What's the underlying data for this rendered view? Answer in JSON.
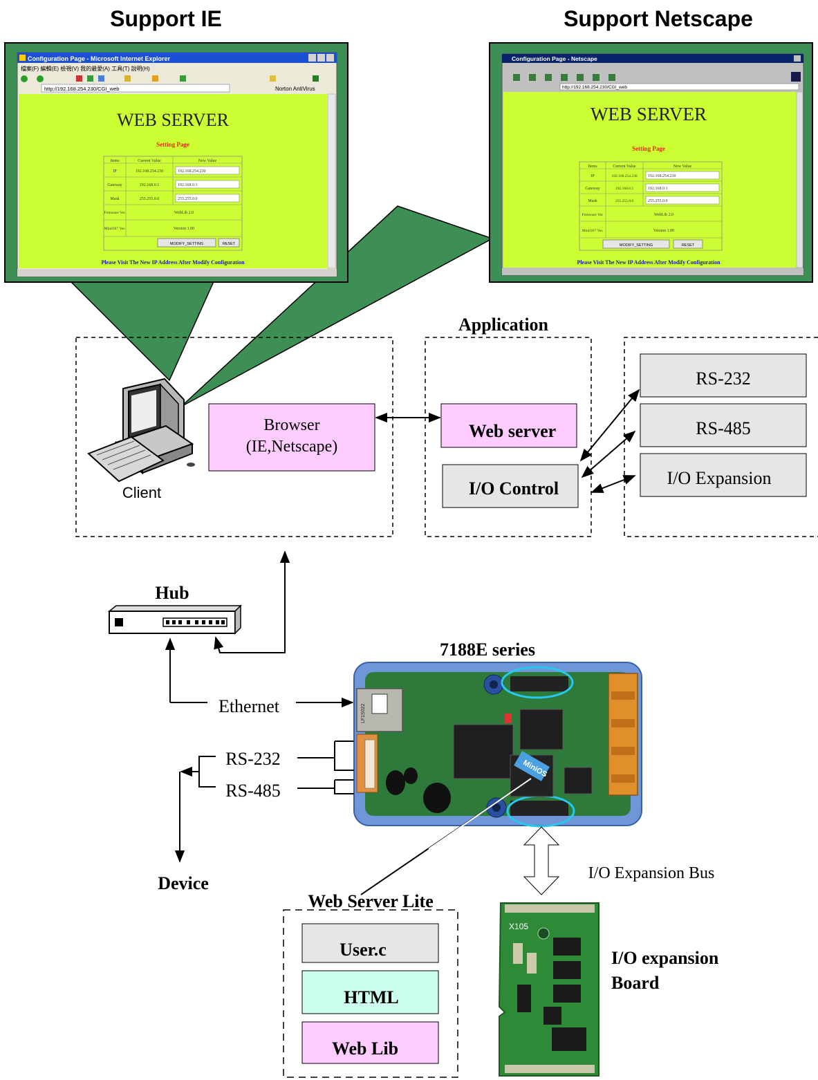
{
  "screenshots": {
    "ie": {
      "heading": "Support IE",
      "window_title": "Configuration Page - Microsoft Internet Explorer",
      "menu": "檔案(F)  編輯(E)  檢視(V)  我的最愛(A)  工具(T)  說明(H)",
      "address": "http://192.168.254.230/CGI_web",
      "norton": "Norton AntiVirus",
      "page_title": "WEB SERVER",
      "setting_page": "Setting Page",
      "table_headers": [
        "Items",
        "Current Value",
        "New Value"
      ],
      "rows": [
        {
          "item": "IP",
          "current": "192.168.254.230",
          "new": "192.168.254.230"
        },
        {
          "item": "Gateway",
          "current": "192.168.0.1",
          "new": "192.168.0.1"
        },
        {
          "item": "Mask",
          "current": "255.255.0.0",
          "new": "255.255.0.0"
        }
      ],
      "firmware_label": "Firmware Ver.",
      "firmware_value": "WebLib 2.0",
      "minios_label": "MiniOS7 Ver.",
      "minios_value": "Version 1.00",
      "modify_button": "MODIFY_SETTING",
      "reset_button": "RESET",
      "footer": "Please Visit The New IP Address After Modify Configuration"
    },
    "netscape": {
      "heading": "Support Netscape",
      "window_title": "Configuration Page - Netscape",
      "address": "http://192.168.254.230/CGI_web",
      "page_title": "WEB SERVER",
      "setting_page": "Setting Page",
      "table_headers": [
        "Items",
        "Current Value",
        "New Value"
      ],
      "rows": [
        {
          "item": "IP",
          "current": "192.168.254.230",
          "new": "192.168.254.230"
        },
        {
          "item": "Gateway",
          "current": "192.168.0.1",
          "new": "192.168.0.1"
        },
        {
          "item": "Mask",
          "current": "255.255.0.0",
          "new": "255.255.0.0"
        }
      ],
      "firmware_label": "Firmware Ver.",
      "firmware_value": "WebLib 2.0",
      "minios_label": "MiniOS7 Ver.",
      "minios_value": "Version 1.00",
      "modify_button": "MODIFY_SETTING",
      "reset_button": "RESET",
      "footer": "Please Visit The New IP Address After Modify Configuration"
    }
  },
  "diagram": {
    "client_label": "Client",
    "browser_line1": "Browser",
    "browser_line2": "(IE,Netscape)",
    "application_label": "Application",
    "web_server": "Web server",
    "io_control": "I/O Control",
    "rs232": "RS-232",
    "rs485": "RS-485",
    "io_expansion": "I/O Expansion",
    "hub_label": "Hub",
    "series_label": "7188E series",
    "ethernet": "Ethernet",
    "device_rs232": "RS-232",
    "device_rs485": "RS-485",
    "device": "Device",
    "io_bus": "I/O Expansion Bus",
    "web_server_lite": "Web Server Lite",
    "user_c": "User.c",
    "html": "HTML",
    "web_lib": "Web Lib",
    "io_board_line1": "I/O expansion",
    "io_board_line2": "Board",
    "chip_label": "MiniOS",
    "rj45_code": "LF1S022",
    "io_board_code": "X105"
  },
  "colors": {
    "screenshot_green": "#3d8f55",
    "page_yellow": "#ccff33",
    "pink": "#ffccff",
    "gray_box": "#e6e6e6",
    "teal": "#ccffee"
  }
}
